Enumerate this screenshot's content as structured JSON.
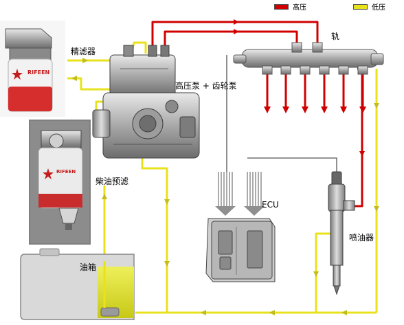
{
  "legend": {
    "high_pressure": {
      "label": "高压",
      "color": "#d00000"
    },
    "low_pressure": {
      "label": "低压",
      "color": "#e8e21c"
    }
  },
  "labels": {
    "fine_filter": "精滤器",
    "rail": "轨",
    "pump": "高压泵 + 齿轮泵",
    "pre_filter": "柴油预滤",
    "ecu": "ECU",
    "injector": "喷油器",
    "tank": "油箱"
  },
  "filter_brand": "RIFEEN",
  "colors": {
    "high": "#d00000",
    "low": "#e8e21c",
    "ecu_arrow": "#8f8f8f",
    "flow_arrow": "#c2bd1a"
  }
}
